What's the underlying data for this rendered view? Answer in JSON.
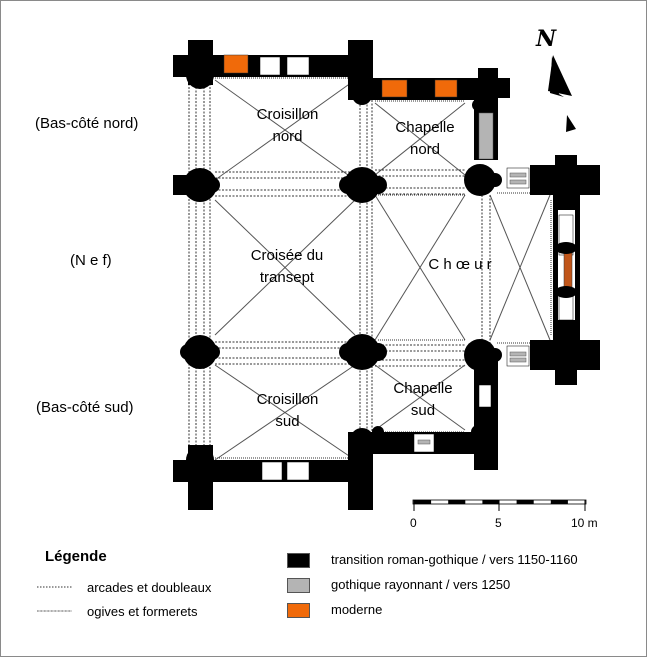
{
  "plan": {
    "outside_labels": {
      "north_aisle": "(Bas-côté nord)",
      "nave": "(N e f)",
      "south_aisle": "(Bas-côté sud)"
    },
    "rooms": {
      "croisillon_nord": [
        "Croisillon",
        "nord"
      ],
      "chapelle_nord": [
        "Chapelle",
        "nord"
      ],
      "croisee": [
        "Croisée du",
        "transept"
      ],
      "choeur": "C h œ u r",
      "croisillon_sud": [
        "Croisillon",
        "sud"
      ],
      "chapelle_sud": [
        "Chapelle",
        "sud"
      ]
    },
    "north_arrow": {
      "letter": "N",
      "icon": "north-arrow-icon"
    },
    "scale": {
      "ticks": [
        "0",
        "5",
        "10 m"
      ],
      "segments": 10
    }
  },
  "legend": {
    "title": "Légende",
    "lines": [
      {
        "label": "arcades et doubleaux",
        "style": "dashed"
      },
      {
        "label": "ogives et formerets",
        "style": "dotted"
      }
    ],
    "swatches": [
      {
        "label": "transition roman-gothique / vers 1150-1160",
        "color": "#000000"
      },
      {
        "label": "gothique rayonnant / vers 1250",
        "color": "#b4b4b4"
      },
      {
        "label": "moderne",
        "color": "#f06a0a"
      }
    ]
  },
  "colors": {
    "walls": "#000000",
    "rayonnant": "#b4b4b4",
    "modern": "#f06a0a",
    "modern_window": "#c0561a"
  }
}
